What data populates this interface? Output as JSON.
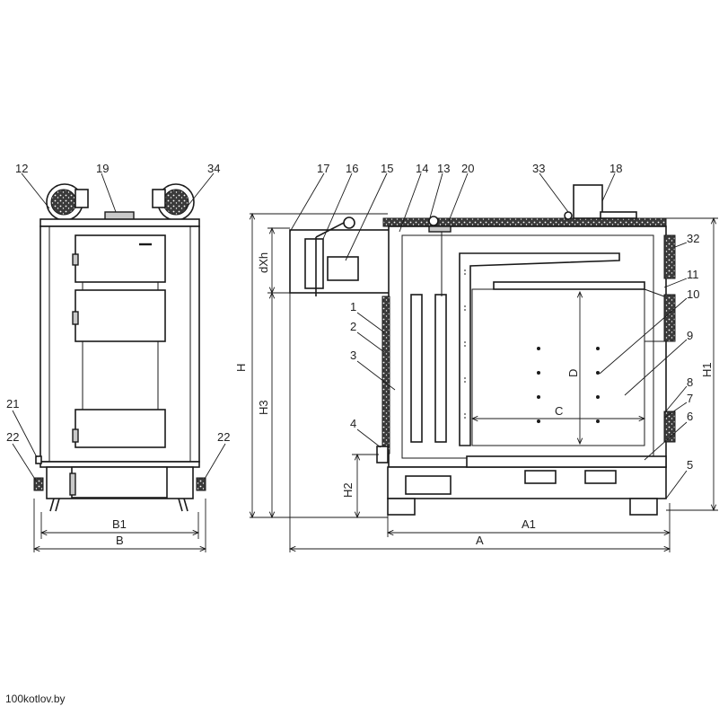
{
  "callouts": [
    "12",
    "19",
    "34",
    "21",
    "22",
    "22",
    "17",
    "16",
    "15",
    "14",
    "13",
    "20",
    "33",
    "18",
    "32",
    "11",
    "10",
    "9",
    "8",
    "7",
    "6",
    "5",
    "1",
    "2",
    "3",
    "4"
  ],
  "dimensions": {
    "b1": "B1",
    "b": "B",
    "h": "H",
    "h3": "H3",
    "h2": "H2",
    "dxh": "dXh",
    "a1": "A1",
    "a": "A",
    "h1": "H1",
    "c": "C",
    "d": "D"
  },
  "watermark": "100kotlov.by"
}
